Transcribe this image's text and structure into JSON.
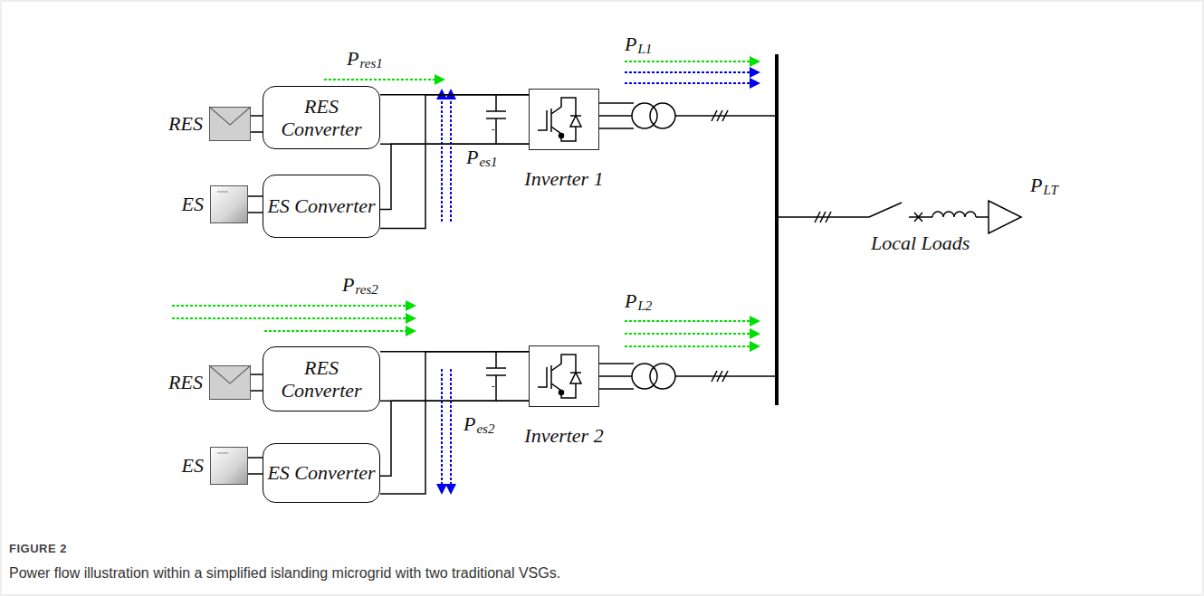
{
  "diagram": {
    "caption": "Power flow illustration within a simplified islanding microgrid with two traditional VSGs.",
    "nodes": [
      {
        "text": [
          "RES"
        ]
      },
      {
        "text": [
          "RES Converter"
        ]
      },
      {
        "text": [
          "ES"
        ]
      },
      {
        "text": [
          "ES Converter"
        ]
      },
      {
        "text": [
          "Inverter 1"
        ]
      },
      {
        "text": [
          "RES"
        ]
      },
      {
        "text": [
          "RES Converter"
        ]
      },
      {
        "text": [
          "ES"
        ]
      },
      {
        "text": [
          "ES Converter"
        ]
      },
      {
        "text": [
          "Inverter 2"
        ]
      }
    ],
    "edges": [
      {
        "from": 0,
        "to": 1,
        "arrow": "none"
      },
      {
        "from": 2,
        "to": 3,
        "arrow": "none"
      },
      {
        "from": 1,
        "to": 4,
        "arrow": "none"
      },
      {
        "from": 3,
        "to": 4,
        "arrow": "none"
      },
      {
        "from": 5,
        "to": 6,
        "arrow": "none"
      },
      {
        "from": 7,
        "to": 8,
        "arrow": "none"
      },
      {
        "from": 6,
        "to": 9,
        "arrow": "none"
      },
      {
        "from": 8,
        "to": 9,
        "arrow": "none"
      }
    ],
    "labels": [
      "P",
      "res1",
      "P",
      "es1",
      "P",
      "L1",
      "P",
      "LT",
      "Local Loads",
      "P",
      "res2",
      "P",
      "es2",
      "P",
      "L2",
      "FIGURE 2"
    ]
  }
}
